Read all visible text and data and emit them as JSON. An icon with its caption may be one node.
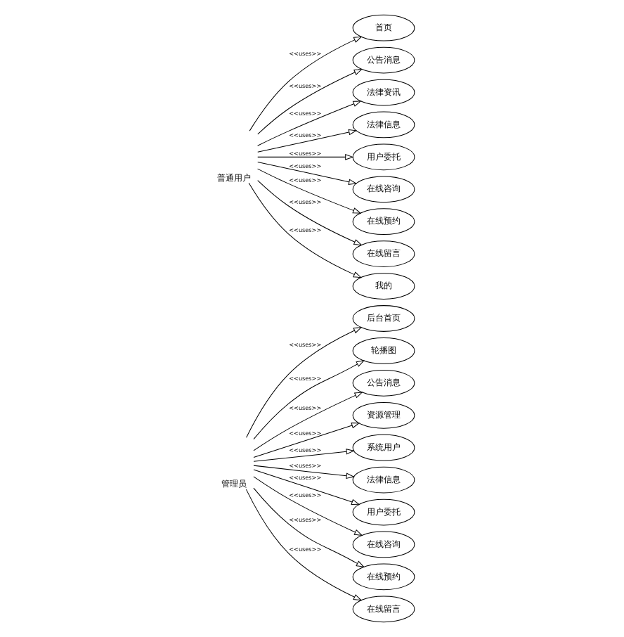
{
  "diagram": {
    "nodes": [
      {
        "text": [
          "管理员"
        ]
      },
      {
        "text": [
          "后台首页"
        ]
      },
      {
        "text": [
          "轮播图"
        ]
      },
      {
        "text": [
          "公告消息"
        ]
      },
      {
        "text": [
          "资源管理"
        ]
      },
      {
        "text": [
          "系统用户"
        ]
      },
      {
        "text": [
          "法律信息"
        ]
      },
      {
        "text": [
          "用户委托"
        ]
      },
      {
        "text": [
          "在线咨询"
        ]
      },
      {
        "text": [
          "在线预约"
        ]
      },
      {
        "text": [
          "在线留言"
        ]
      },
      {
        "text": [
          "普通用户"
        ]
      },
      {
        "text": [
          "首页"
        ]
      },
      {
        "text": [
          "公告消息"
        ]
      },
      {
        "text": [
          "法律资讯"
        ]
      },
      {
        "text": [
          "法律信息"
        ]
      },
      {
        "text": [
          "用户委托"
        ]
      },
      {
        "text": [
          "在线咨询"
        ]
      },
      {
        "text": [
          "在线预约"
        ]
      },
      {
        "text": [
          "在线留言"
        ]
      },
      {
        "text": [
          "我的"
        ]
      }
    ],
    "edges": [
      {
        "from": 0,
        "to": 1,
        "arrow": "to",
        "label": "<<uses>>"
      },
      {
        "from": 0,
        "to": 2,
        "arrow": "to",
        "label": "<<uses>>"
      },
      {
        "from": 0,
        "to": 3,
        "arrow": "to",
        "label": "<<uses>>"
      },
      {
        "from": 0,
        "to": 4,
        "arrow": "to",
        "label": "<<uses>>"
      },
      {
        "from": 0,
        "to": 5,
        "arrow": "to",
        "label": "<<uses>>"
      },
      {
        "from": 0,
        "to": 6,
        "arrow": "to",
        "label": "<<uses>>"
      },
      {
        "from": 0,
        "to": 7,
        "arrow": "to",
        "label": "<<uses>>"
      },
      {
        "from": 0,
        "to": 8,
        "arrow": "to",
        "label": "<<uses>>"
      },
      {
        "from": 0,
        "to": 9,
        "arrow": "to",
        "label": "<<uses>>"
      },
      {
        "from": 0,
        "to": 10,
        "arrow": "to",
        "label": "<<uses>>"
      },
      {
        "from": 11,
        "to": 12,
        "arrow": "to",
        "label": "<<uses>>"
      },
      {
        "from": 11,
        "to": 13,
        "arrow": "to",
        "label": "<<uses>>"
      },
      {
        "from": 11,
        "to": 14,
        "arrow": "to",
        "label": "<<uses>>"
      },
      {
        "from": 11,
        "to": 15,
        "arrow": "to",
        "label": "<<uses>>"
      },
      {
        "from": 11,
        "to": 16,
        "arrow": "to",
        "label": "<<uses>>"
      },
      {
        "from": 11,
        "to": 17,
        "arrow": "to",
        "label": "<<uses>>"
      },
      {
        "from": 11,
        "to": 18,
        "arrow": "to",
        "label": "<<uses>>"
      },
      {
        "from": 11,
        "to": 19,
        "arrow": "to",
        "label": "<<uses>>"
      },
      {
        "from": 11,
        "to": 20,
        "arrow": "to",
        "label": "<<uses>>"
      }
    ]
  }
}
